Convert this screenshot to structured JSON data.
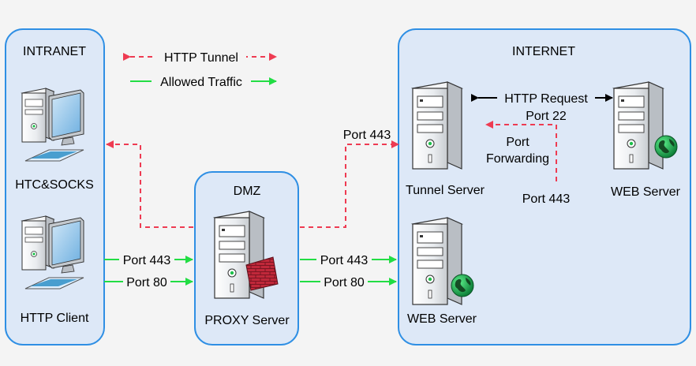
{
  "zones": {
    "intranet": "INTRANET",
    "dmz": "DMZ",
    "internet": "INTERNET"
  },
  "legend": {
    "tunnel": "HTTP Tunnel",
    "allowed": "Allowed Traffic"
  },
  "nodes": {
    "htc_socks": "HTC&SOCKS",
    "http_client": "HTTP Client",
    "proxy_server": "PROXY Server",
    "tunnel_server": "Tunnel Server",
    "web_server_top": "WEB Server",
    "web_server_bottom": "WEB Server"
  },
  "edges": {
    "client_to_proxy_443": "Port 443",
    "client_to_proxy_80": "Port 80",
    "proxy_to_web_443": "Port 443",
    "proxy_to_web_80": "Port 80",
    "proxy_to_tunnel": "Port 443",
    "http_request_line1": "HTTP Request",
    "http_request_line2": "Port 22",
    "port_forwarding_line1": "Port",
    "port_forwarding_line2": "Forwarding",
    "tunnel_local_port": "Port 443"
  },
  "colors": {
    "tunnel": "#ee3b52",
    "allowed": "#22dd44",
    "zone_fill": "#dde8f7",
    "zone_stroke": "#2f8fe4",
    "firewall": "#c0283a"
  },
  "icons": {
    "workstation": "desktop-computer-icon",
    "server": "server-tower-icon",
    "firewall": "brick-firewall-icon",
    "globe": "globe-icon"
  }
}
